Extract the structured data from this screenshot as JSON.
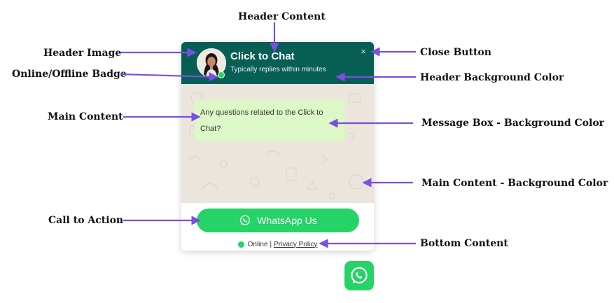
{
  "annotations": {
    "header_content": "Header Content",
    "header_image": "Header Image",
    "online_offline_badge": "Online/Offline Badge",
    "close_button": "Close Button",
    "header_background_color": "Header Background Color",
    "main_content": "Main Content",
    "message_box_background_color": "Message Box - Background Color",
    "main_content_background_color": "Main Content - Background Color",
    "call_to_action": "Call to Action",
    "bottom_content": "Bottom Content"
  },
  "widget": {
    "header": {
      "title": "Click to Chat",
      "subtitle": "Typically replies within minutes",
      "close_symbol": "×",
      "avatar_icon": "person-avatar-icon",
      "badge_status": "online"
    },
    "message": "Any questions related to the Click to Chat?",
    "cta_label": "WhatsApp Us",
    "status_text": "Online",
    "separator": "|",
    "privacy_label": "Privacy Policy"
  },
  "colors": {
    "header_bg": "#075e54",
    "main_bg": "#ece5dd",
    "message_bg": "#dcf8c6",
    "cta_bg": "#25d366",
    "badge": "#25d366",
    "arrow": "#7b4fe0"
  },
  "icons": {
    "cta": "whatsapp-icon",
    "floating": "whatsapp-icon",
    "close": "close-icon"
  }
}
